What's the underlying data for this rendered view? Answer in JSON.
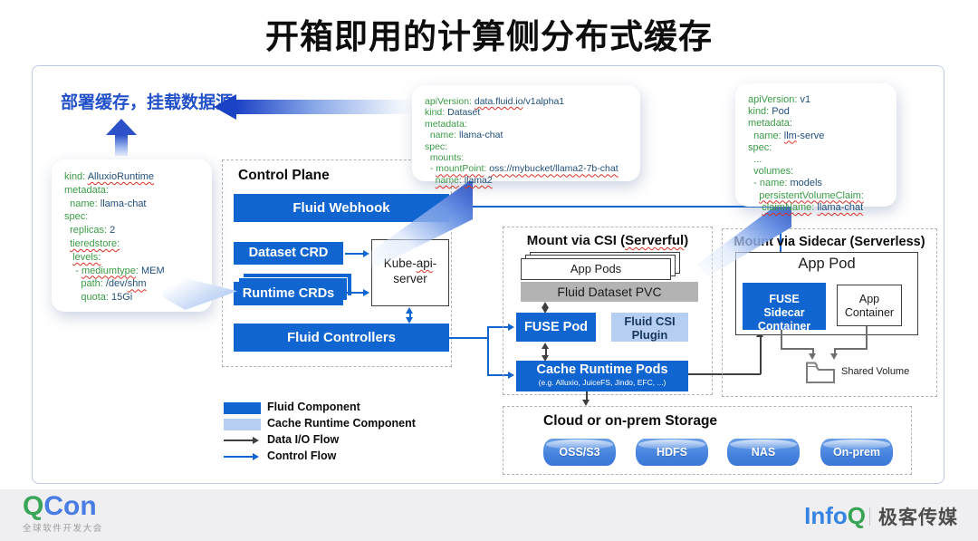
{
  "title": "开箱即用的计算侧分布式缓存",
  "deploy_label": "部署缓存，挂载数据源",
  "colors": {
    "fluid_blue": "#1165d0",
    "cache_runtime_light_blue": "#b5cef2",
    "data_io_flow": "#3f3f3f",
    "control_flow": "#1165d0",
    "yaml_key_green": "#3a9b45",
    "yaml_value_navy": "#1f4e79",
    "squiggle_red": "#d93025"
  },
  "callouts": {
    "runtime": {
      "lines": [
        [
          [
            "k",
            "kind: "
          ],
          [
            "v sq",
            "AlluxioRuntime"
          ]
        ],
        [
          [
            "k",
            "metadata:"
          ]
        ],
        [
          [
            "k",
            "  name: "
          ],
          [
            "v",
            "llama-chat"
          ]
        ],
        [
          [
            "k",
            "spec:"
          ]
        ],
        [
          [
            "k",
            "  replicas: "
          ],
          [
            "v",
            "2"
          ]
        ],
        [
          [
            "k",
            "  "
          ],
          [
            "k sq",
            "tieredstore:"
          ]
        ],
        [
          [
            "k",
            "   "
          ],
          [
            "k sq",
            "levels:"
          ]
        ],
        [
          [
            "k",
            "    - "
          ],
          [
            "k sq",
            "mediumtype"
          ],
          [
            "k",
            ": "
          ],
          [
            "v",
            "MEM"
          ]
        ],
        [
          [
            "k",
            "      path: "
          ],
          [
            "v",
            "/dev/"
          ],
          [
            "v sq",
            "shm"
          ]
        ],
        [
          [
            "k",
            "      quota: "
          ],
          [
            "v",
            "15Gi"
          ]
        ]
      ]
    },
    "dataset": {
      "lines": [
        [
          [
            "k",
            "apiVersion: "
          ],
          [
            "v sq",
            "data.fluid.io"
          ],
          [
            "v",
            "/v1alpha1"
          ]
        ],
        [
          [
            "k",
            "kind: "
          ],
          [
            "v",
            "Dataset"
          ]
        ],
        [
          [
            "k",
            "metadata:"
          ]
        ],
        [
          [
            "k",
            "  name: "
          ],
          [
            "v",
            "llama-chat"
          ]
        ],
        [
          [
            "k",
            "spec:"
          ]
        ],
        [
          [
            "k",
            "  mounts:"
          ]
        ],
        [
          [
            "k",
            "  - "
          ],
          [
            "k sq",
            "mountPoint"
          ],
          [
            "k",
            ": "
          ],
          [
            "v sq",
            "oss://mybucket/llama2-7b-chat"
          ]
        ],
        [
          [
            "k",
            "    "
          ],
          [
            "k sq",
            "name"
          ],
          [
            "k",
            ": "
          ],
          [
            "v sq",
            "llama2"
          ]
        ]
      ]
    },
    "pod": {
      "lines": [
        [
          [
            "k",
            "apiVersion: "
          ],
          [
            "v",
            "v1"
          ]
        ],
        [
          [
            "k",
            "kind: "
          ],
          [
            "v",
            "Pod"
          ]
        ],
        [
          [
            "k",
            "metadata:"
          ]
        ],
        [
          [
            "k",
            "  name: "
          ],
          [
            "v sq",
            "llm"
          ],
          [
            "v",
            "-serve"
          ]
        ],
        [
          [
            "k",
            "spec:"
          ]
        ],
        [
          [
            "k",
            "  ..."
          ]
        ],
        [
          [
            "k",
            "  volumes:"
          ]
        ],
        [
          [
            "k",
            "  - name: "
          ],
          [
            "v",
            "models"
          ]
        ],
        [
          [
            "k",
            "    "
          ],
          [
            "k sq",
            "persistentVolumeClaim:"
          ]
        ],
        [
          [
            "k",
            "     "
          ],
          [
            "k sq",
            "claimName"
          ],
          [
            "k",
            ": "
          ],
          [
            "v sq",
            "llama-chat"
          ]
        ]
      ]
    }
  },
  "control_plane": {
    "title": "Control Plane",
    "webhook": "Fluid Webhook",
    "dataset_crd": "Dataset CRD",
    "runtime_crds": "Runtime CRDs",
    "controllers": "Fluid Controllers",
    "kube": {
      "lines": [
        [
          [
            "",
            "Kube-"
          ],
          [
            "sq",
            "api"
          ],
          [
            "",
            "-"
          ]
        ],
        [
          [
            "",
            "server"
          ]
        ]
      ]
    }
  },
  "csi": {
    "title": {
      "lines": [
        [
          [
            "bt",
            "Mount via CSI ("
          ],
          [
            "bt sq",
            "Serverful"
          ],
          [
            "bt",
            ")"
          ]
        ]
      ]
    },
    "app_pods": "App Pods",
    "pvc": "Fluid Dataset PVC",
    "fuse_pod": "FUSE Pod",
    "csi_plugin": "Fluid CSI Plugin",
    "cache_runtime_title": "Cache Runtime Pods",
    "cache_runtime_subtitle": "(e.g. Alluxio, JuiceFS, Jindo, EFC, ...)"
  },
  "sidecar": {
    "title": "Mount via Sidecar (Serverless)",
    "app_pod": "App Pod",
    "fuse_container": "FUSE Sidecar Container",
    "app_container": "App Container",
    "shared_volume": "Shared Volume"
  },
  "storage": {
    "title": "Cloud or on-prem Storage",
    "items": [
      "OSS/S3",
      "HDFS",
      "NAS",
      "On-prem"
    ]
  },
  "legend": {
    "items": [
      {
        "label": "Fluid Component"
      },
      {
        "label": "Cache Runtime Component"
      },
      {
        "label": "Data I/O Flow"
      },
      {
        "label": "Control Flow"
      }
    ]
  },
  "footer": {
    "qcon_q": "Q",
    "qcon_con": "Con",
    "qcon_sub": "全球软件开发大会",
    "infoq_info": "Info",
    "infoq_q": "Q",
    "infoq_media": "极客传媒"
  }
}
